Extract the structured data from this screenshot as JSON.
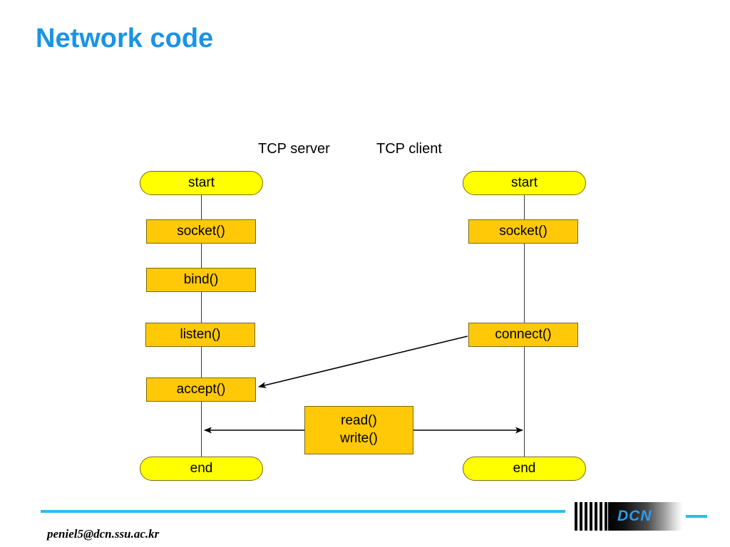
{
  "slide": {
    "title": "Network code",
    "title_color": "#1a93e6",
    "background": "#ffffff"
  },
  "diagram": {
    "type": "flowchart",
    "columns": [
      {
        "id": "server",
        "label": "TCP server"
      },
      {
        "id": "client",
        "label": "TCP client"
      }
    ],
    "colors": {
      "terminator_fill": "#ffff00",
      "process_fill": "#ffc907",
      "node_border": "#7a6a0a",
      "line": "#3a3a3a",
      "arrow": "#000000"
    },
    "server_nodes": [
      {
        "label": "start",
        "shape": "terminator"
      },
      {
        "label": "socket()",
        "shape": "process"
      },
      {
        "label": "bind()",
        "shape": "process"
      },
      {
        "label": "listen()",
        "shape": "process"
      },
      {
        "label": "accept()",
        "shape": "process"
      },
      {
        "label": "end",
        "shape": "terminator"
      }
    ],
    "client_nodes": [
      {
        "label": "start",
        "shape": "terminator"
      },
      {
        "label": "socket()",
        "shape": "process"
      },
      {
        "label": "connect()",
        "shape": "process"
      },
      {
        "label": "end",
        "shape": "terminator"
      }
    ],
    "shared_node": {
      "line1": "read()",
      "line2": "write()",
      "shape": "process"
    },
    "connections": [
      {
        "from": "connect()",
        "to": "accept()",
        "style": "diagonal-arrow",
        "direction": "right-to-left"
      },
      {
        "from": "server-lifeline",
        "to": "read-write",
        "style": "horizontal-arrow",
        "direction": "left"
      },
      {
        "from": "read-write",
        "to": "client-lifeline",
        "style": "horizontal-arrow",
        "direction": "right"
      }
    ]
  },
  "footer": {
    "email": "peniel5@dcn.ssu.ac.kr",
    "rule_color": "#29bdf2",
    "logo_text": "DCN"
  }
}
